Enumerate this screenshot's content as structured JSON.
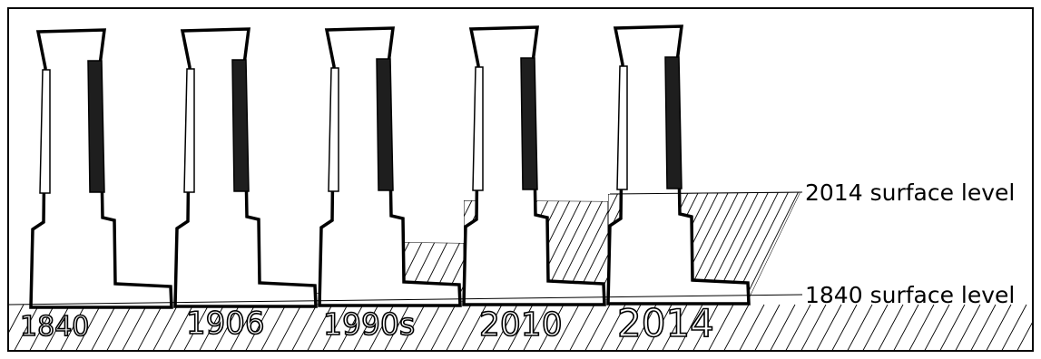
{
  "diagram": {
    "panels": [
      {
        "year": "1840"
      },
      {
        "year": "1906"
      },
      {
        "year": "1990s"
      },
      {
        "year": "2010"
      },
      {
        "year": "2014"
      }
    ],
    "level_labels": {
      "upper": "2014 surface level",
      "lower": "1840 surface level"
    }
  }
}
